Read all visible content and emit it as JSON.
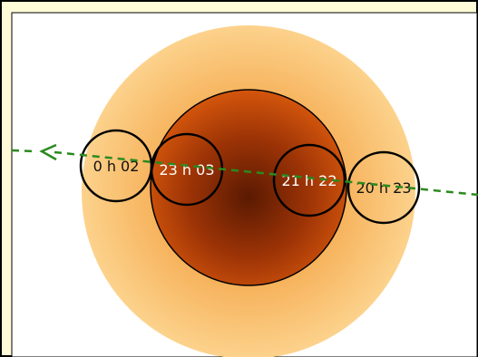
{
  "colors": {
    "frame_border": "#000000",
    "frame_background": "#fffbd8",
    "panel_background": "#ffffff",
    "penumbra_outer": "#fcd28c",
    "penumbra_inner": "#f09a3a",
    "umbra_outer": "#d4560c",
    "umbra_inner": "#5a1a02",
    "path_line": "#2a8a1e",
    "moon_outline": "#000000",
    "label_on_light": "#111111",
    "label_on_dark": "#ffffff"
  },
  "icons": {
    "direction": "arrow-left-icon"
  },
  "positions": [
    {
      "label": "0 h 02",
      "tone": "light"
    },
    {
      "label": "23 h 03",
      "tone": "dark"
    },
    {
      "label": "21 h 22",
      "tone": "dark"
    },
    {
      "label": "20 h 23",
      "tone": "light"
    }
  ]
}
